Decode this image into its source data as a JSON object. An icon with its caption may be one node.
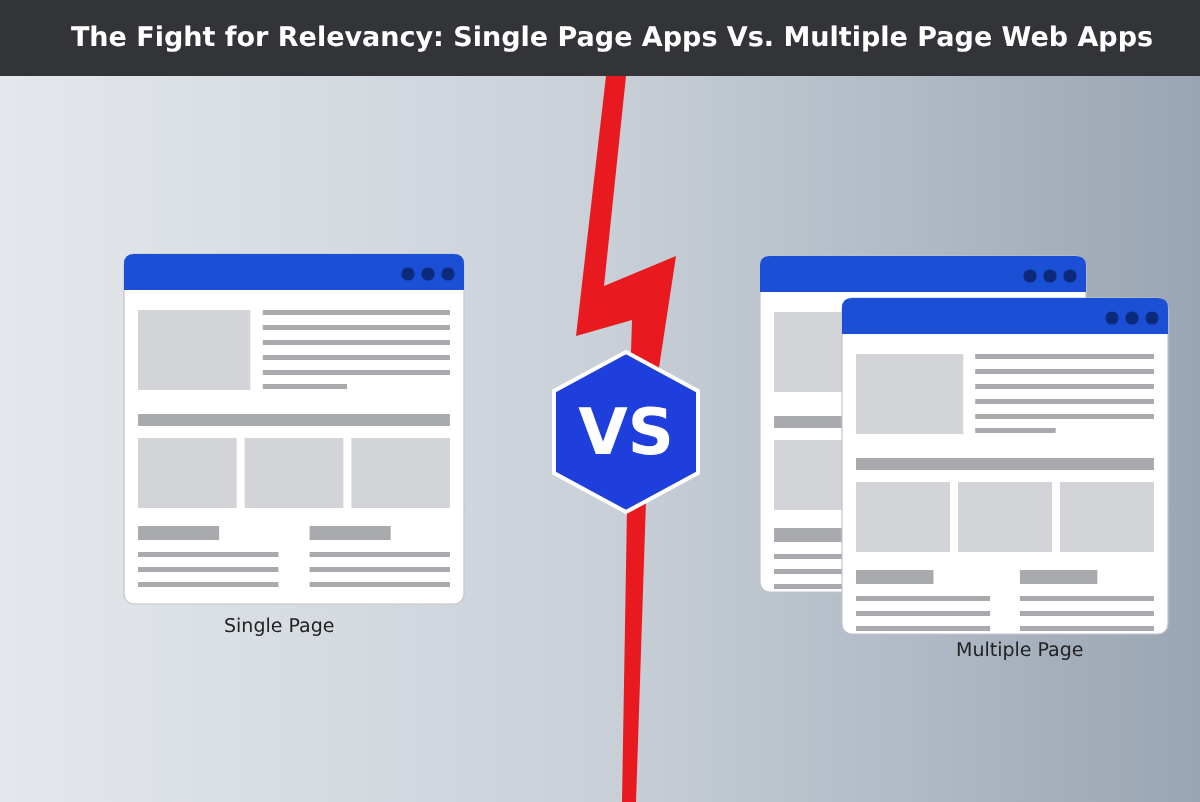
{
  "diagram": {
    "title": "The Fight for Relevancy: Single Page Apps Vs. Multiple Page Web Apps",
    "nodes": [
      {
        "text": [
          "VS"
        ]
      }
    ],
    "labels": [
      "Single Page",
      "Multiple Page"
    ]
  }
}
